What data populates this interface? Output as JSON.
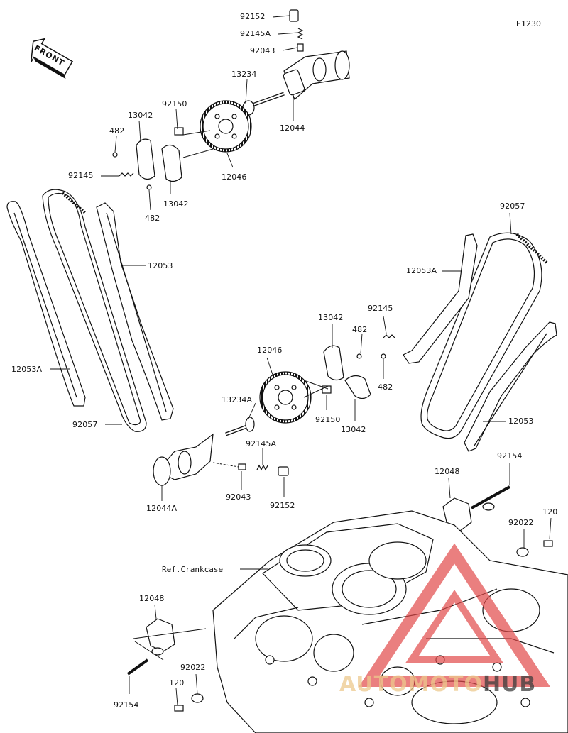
{
  "diagram_code": "E1230",
  "front_label": "FRONT",
  "reference_label": "Ref.Crankcase",
  "watermark": {
    "part1": "AUTOMOTO",
    "part2": "HUB"
  },
  "labels": {
    "p92152_top": "92152",
    "p92145A_top": "92145A",
    "p92043_top": "92043",
    "p13234": "13234",
    "p12044": "12044",
    "p92150_top": "92150",
    "p13042_top_a": "13042",
    "p482_top_a": "482",
    "p92145_top": "92145",
    "p13042_top_b": "13042",
    "p482_top_b": "482",
    "p12046_top": "12046",
    "p12053_left": "12053",
    "p12053A_left": "12053A",
    "p92057_left": "92057",
    "p92057_right": "92057",
    "p12053A_right": "12053A",
    "p13042_mid_a": "13042",
    "p92145_mid": "92145",
    "p482_mid_a": "482",
    "p12046_mid": "12046",
    "p482_mid_b": "482",
    "p13234A": "13234A",
    "p92150_mid": "92150",
    "p13042_mid_b": "13042",
    "p12053_right": "12053",
    "p92145A_mid": "92145A",
    "p12044A": "12044A",
    "p92043_mid": "92043",
    "p92152_mid": "92152",
    "p12048_right": "12048",
    "p92154_right": "92154",
    "p120_right": "120",
    "p92022_right": "92022",
    "p12048_left": "12048",
    "p92154_left": "92154",
    "p92022_left": "92022",
    "p120_left": "120"
  }
}
